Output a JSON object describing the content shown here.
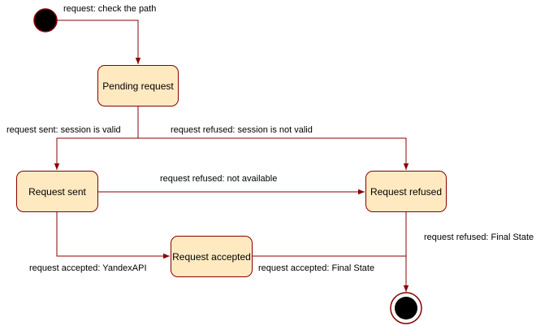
{
  "colors": {
    "line": "#8a0000",
    "state_fill": "#ffe9c1",
    "node_fill": "#000000"
  },
  "nodes": {
    "pending": "Pending request",
    "sent": "Request sent",
    "refused": "Request refused",
    "accepted": "Request accepted"
  },
  "labels": {
    "check_path": "request: check the path",
    "session_valid": "request sent: session is valid",
    "session_not_valid": "request refused: session is not valid",
    "not_available": "request refused: not available",
    "refused_final": "request refused: Final State",
    "accepted_yandex": "request accepted: YandexAPI",
    "accepted_final": "request accepted: Final State"
  }
}
